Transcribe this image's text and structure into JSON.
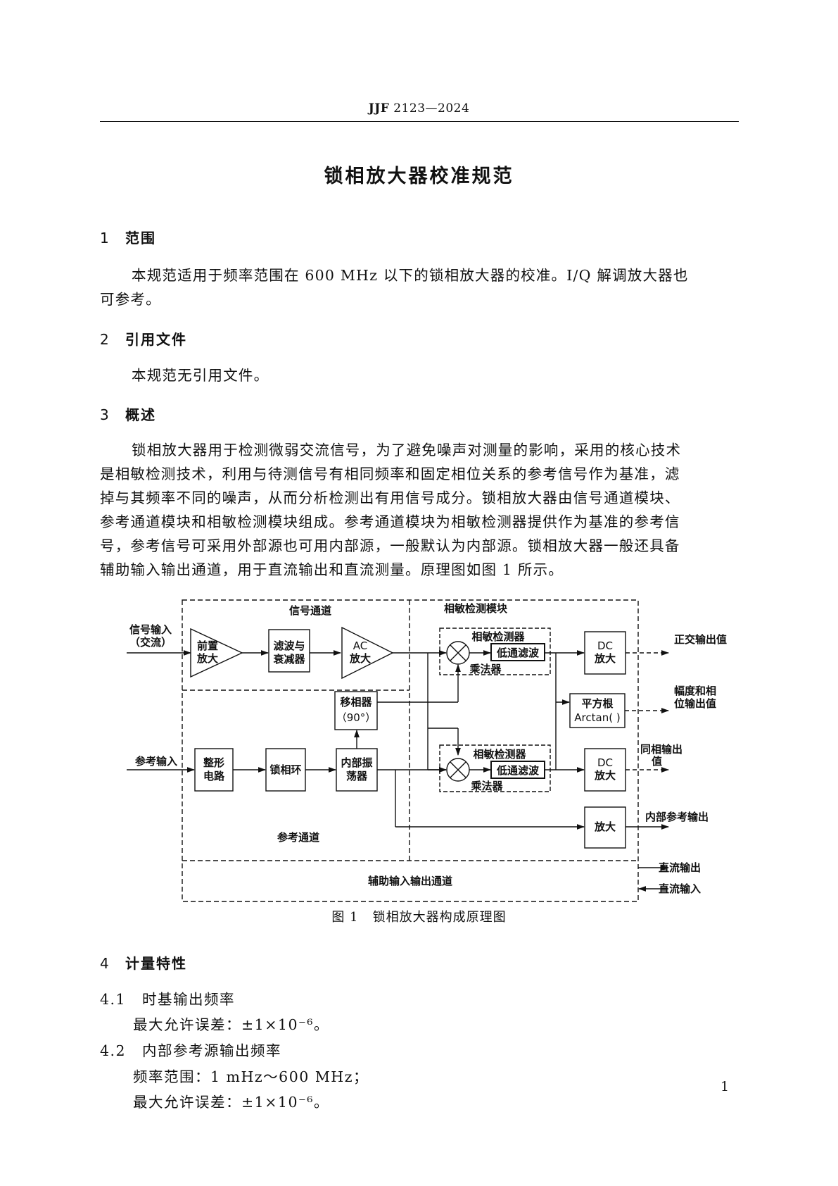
{
  "header": {
    "standard_code": "JJF",
    "standard_number": "2123—2024"
  },
  "title": "锁相放大器校准规范",
  "sections": {
    "s1": {
      "num": "1",
      "title": "范围",
      "lines": [
        "本规范适用于频率范围在 600 MHz 以下的锁相放大器的校准。I/Q 解调放大器也",
        "可参考。"
      ]
    },
    "s2": {
      "num": "2",
      "title": "引用文件",
      "text": "本规范无引用文件。"
    },
    "s3": {
      "num": "3",
      "title": "概述",
      "lines": [
        "锁相放大器用于检测微弱交流信号，为了避免噪声对测量的影响，采用的核心技术",
        "是相敏检测技术，利用与待测信号有相同频率和固定相位关系的参考信号作为基准，滤",
        "掉与其频率不同的噪声，从而分析检测出有用信号成分。锁相放大器由信号通道模块、",
        "参考通道模块和相敏检测模块组成。参考通道模块为相敏检测器提供作为基准的参考信",
        "号，参考信号可采用外部源也可用内部源，一般默认为内部源。锁相放大器一般还具备",
        "辅助输入输出通道，用于直流输出和直流测量。原理图如图 1 所示。"
      ]
    },
    "s4": {
      "num": "4",
      "title": "计量特性"
    }
  },
  "figure": {
    "caption_num": "图 1",
    "caption_text": "锁相放大器构成原理图",
    "labels": {
      "signal_channel": "信号通道",
      "psd_module": "相敏检测模块",
      "signal_input_1": "信号输入",
      "signal_input_2": "（交流）",
      "preamp_1": "前置",
      "preamp_2": "放大",
      "filter_1": "滤波与",
      "filter_2": "衰减器",
      "ac_amp_1": "AC",
      "ac_amp_2": "放大",
      "psd_top": "相敏检测器",
      "lpf_top": "低通滤波",
      "mult_top": "乘法器",
      "dc_top_1": "DC",
      "dc_top_2": "放大",
      "quad_out": "正交输出值",
      "phase_shift_1": "移相器",
      "phase_shift_2": "（90°）",
      "sqrt_1": "平方根",
      "sqrt_2": "Arctan( )",
      "amp_phase_1": "幅度和相",
      "amp_phase_2": "位输出值",
      "ref_in": "参考输入",
      "shaper_1": "整形",
      "shaper_2": "电路",
      "pll": "锁相环",
      "osc_1": "内部振",
      "osc_2": "荡器",
      "psd_bot": "相敏检测器",
      "lpf_bot": "低通滤波",
      "mult_bot": "乘法器",
      "dc_bot_1": "DC",
      "dc_bot_2": "放大",
      "inphase_1": "同相输出",
      "inphase_2": "值",
      "amp": "放大",
      "int_ref_out": "内部参考输出",
      "ref_channel": "参考通道",
      "aux_channel": "辅助输入输出通道",
      "dc_out": "直流输出",
      "dc_in": "直流输入"
    }
  },
  "items": {
    "i41": {
      "num": "4.1",
      "title": "时基输出频率",
      "sub1": "最大允许误差：±1×10⁻⁶。"
    },
    "i42": {
      "num": "4.2",
      "title": "内部参考源输出频率",
      "sub1": "频率范围：1 mHz～600 MHz；",
      "sub2": "最大允许误差：±1×10⁻⁶。"
    }
  },
  "page_number": "1"
}
